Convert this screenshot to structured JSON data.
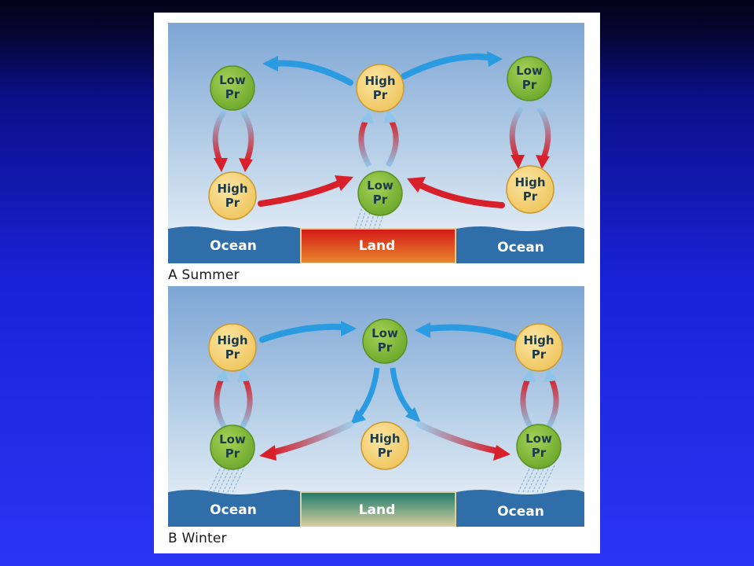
{
  "colors": {
    "sky_top": "#7ea6d4",
    "sky_bottom": "#eaf2f8",
    "ocean": "#2f6ea8",
    "land_summer_top": "#d41818",
    "land_summer_bottom": "#e8892c",
    "land_winter_top": "#1c7a6a",
    "land_winter_bottom": "#d9cfa0",
    "low_cell": "#8cbf3a",
    "high_cell": "#f4d37a",
    "cool_arrow": "#2a9be0",
    "warm_arrow": "#d8202a"
  },
  "panels": {
    "summer": {
      "caption": "A  Summer",
      "cells": [
        {
          "line1": "Low",
          "line2": "Pr",
          "kind": "low"
        },
        {
          "line1": "High",
          "line2": "Pr",
          "kind": "high"
        },
        {
          "line1": "Low",
          "line2": "Pr",
          "kind": "low"
        },
        {
          "line1": "High",
          "line2": "Pr",
          "kind": "high"
        },
        {
          "line1": "Low",
          "line2": "Pr",
          "kind": "low"
        },
        {
          "line1": "High",
          "line2": "Pr",
          "kind": "high"
        }
      ],
      "surfaces": {
        "left": "Ocean",
        "center": "Land",
        "right": "Ocean"
      }
    },
    "winter": {
      "caption": "B  Winter",
      "cells": [
        {
          "line1": "High",
          "line2": "Pr",
          "kind": "high"
        },
        {
          "line1": "Low",
          "line2": "Pr",
          "kind": "low"
        },
        {
          "line1": "High",
          "line2": "Pr",
          "kind": "high"
        },
        {
          "line1": "Low",
          "line2": "Pr",
          "kind": "low"
        },
        {
          "line1": "High",
          "line2": "Pr",
          "kind": "high"
        },
        {
          "line1": "Low",
          "line2": "Pr",
          "kind": "low"
        }
      ],
      "surfaces": {
        "left": "Ocean",
        "center": "Land",
        "right": "Ocean"
      }
    }
  }
}
